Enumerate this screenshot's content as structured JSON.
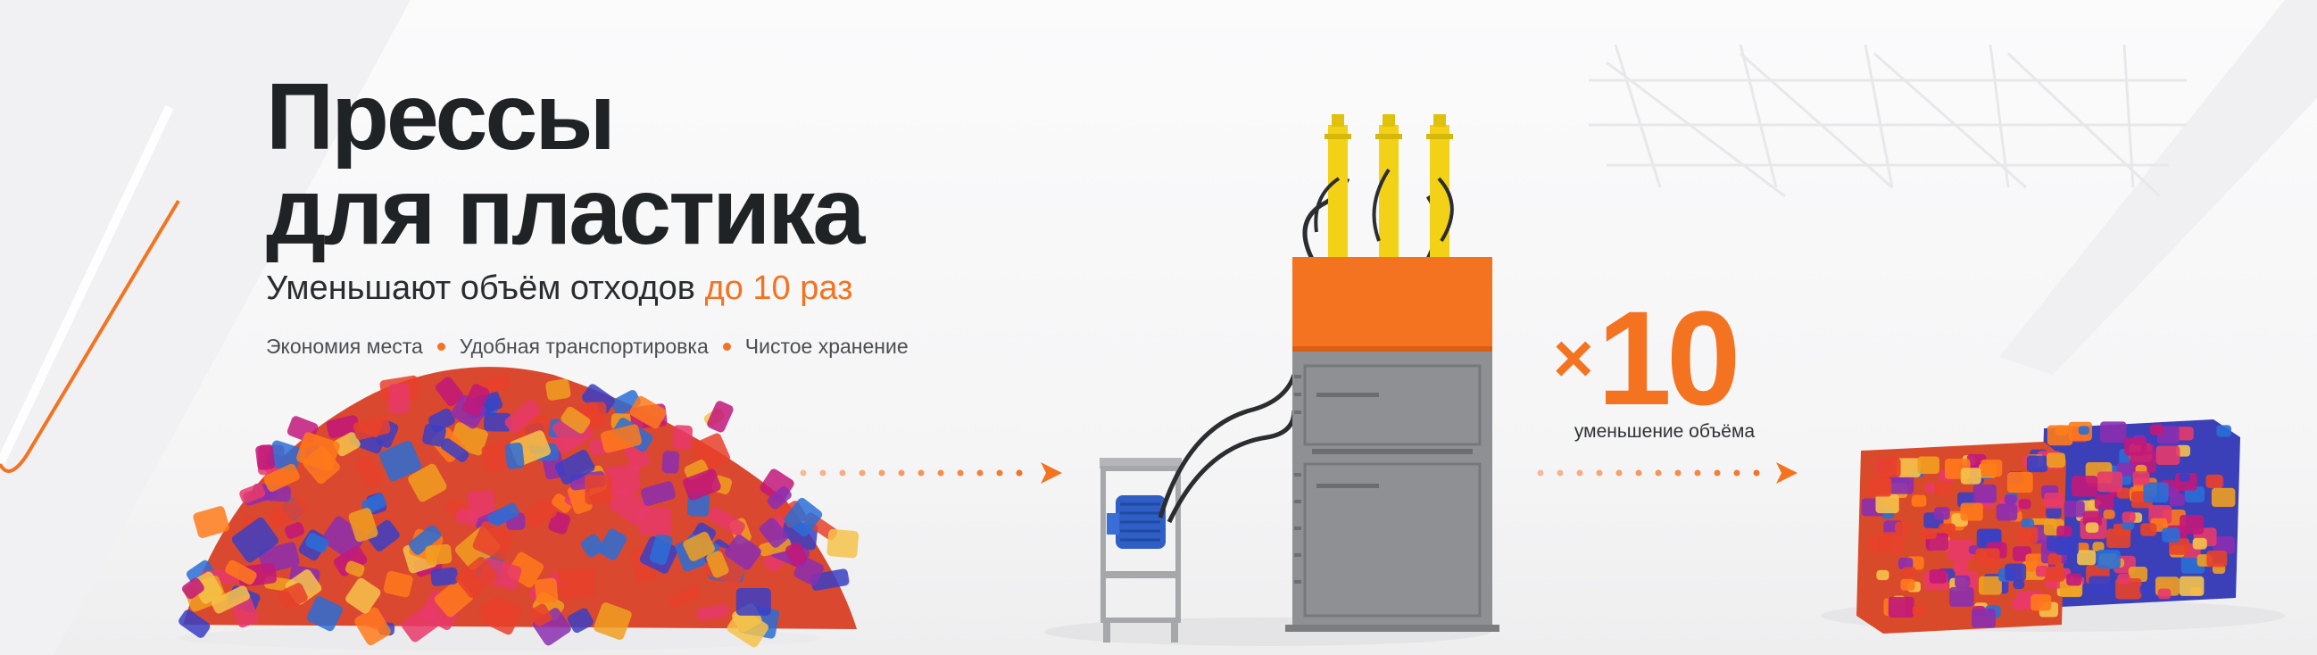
{
  "hero": {
    "title_line1": "Прессы",
    "title_line2": "для пластика",
    "subtitle_prefix": "Уменьшают объём отходов",
    "subtitle_accent": "до 10 раз",
    "features": [
      "Экономия места",
      "Удобная транспортировка",
      "Чистое хранение"
    ]
  },
  "reduction_badge": {
    "multiplier_sign": "×",
    "multiplier_value": "10",
    "caption": "уменьшение объёма"
  },
  "colors": {
    "accent": "#f47321",
    "title": "#1f2326",
    "press_body": "#8e9093",
    "press_top": "#f47321",
    "cylinders": "#f2d116",
    "motor": "#2f5fc4"
  },
  "icons": [
    "plastic-pile-image",
    "arrow-right-icon",
    "baling-press-image",
    "plastic-bales-image"
  ]
}
